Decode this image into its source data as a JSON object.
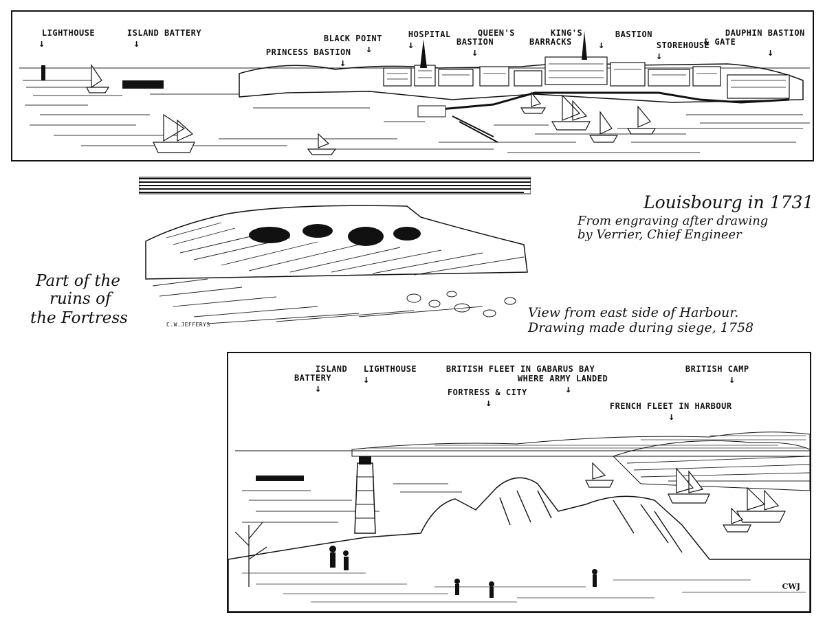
{
  "panel_1731": {
    "labels": {
      "lighthouse": "LIGHTHOUSE",
      "island_battery": "ISLAND BATTERY",
      "princess_bastion": "PRINCESS BASTION",
      "black_point": "BLACK POINT",
      "hospital": "HOSPITAL",
      "queens_bastion": "QUEEN'S\nBASTION",
      "kings_barracks": "KING'S\nBARRACKS",
      "bastion": "BASTION",
      "storehouse": "STOREHOUSE",
      "dauphin_bastion": "DAUPHIN BASTION\n& GATE"
    },
    "arrow": "↓"
  },
  "caption_1731": {
    "title": "Louisbourg in 1731",
    "line1": "From engraving after drawing",
    "line2": "by Verrier, Chief Engineer"
  },
  "caption_ruins": {
    "line1": "Part of the",
    "line2": "ruins of",
    "line3": "the Fortress",
    "signature": "C.W.JEFFERYS"
  },
  "caption_1758": {
    "line1": "View from east side of Harbour.",
    "line2": "Drawing made during siege, 1758"
  },
  "panel_1758": {
    "labels": {
      "island_battery": "ISLAND\nBATTERY",
      "lighthouse": "LIGHTHOUSE",
      "british_fleet": "BRITISH FLEET IN GABARUS BAY",
      "where_army": "WHERE ARMY LANDED",
      "fortress_city": "FORTRESS & CITY",
      "british_camp": "BRITISH CAMP",
      "french_fleet": "FRENCH FLEET IN HARBOUR"
    },
    "initials": "CWJ"
  }
}
